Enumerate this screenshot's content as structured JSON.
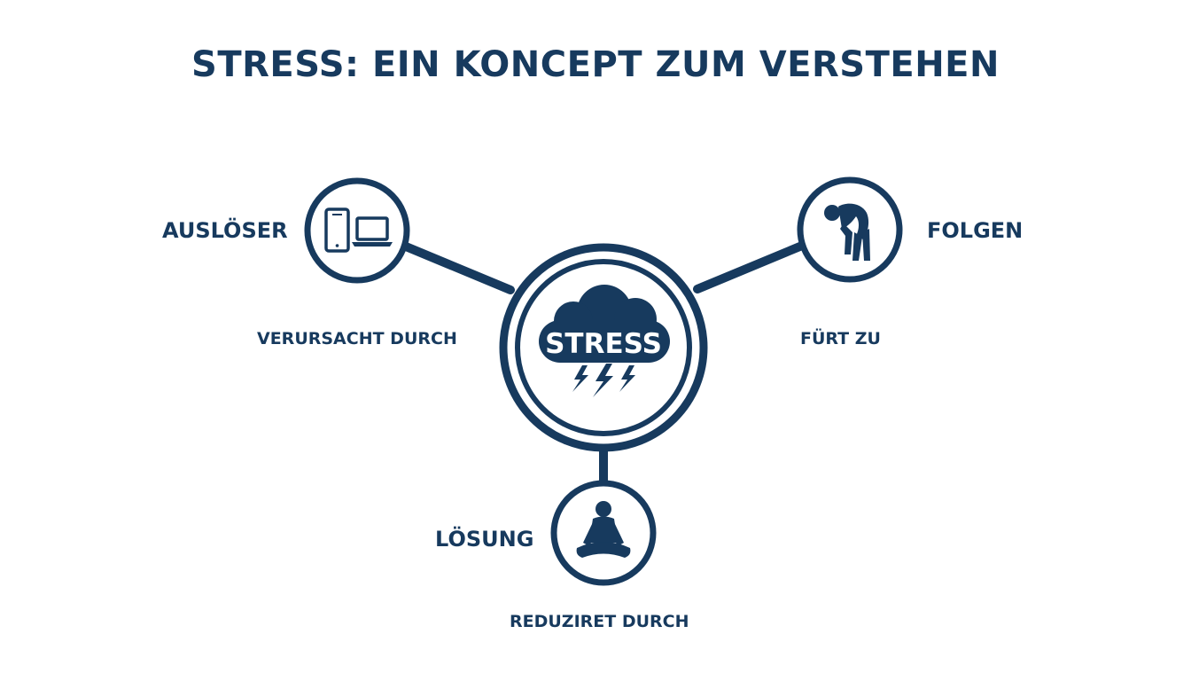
{
  "title": "STRESS: EIN KONCEPT ZUM VERSTEHEN",
  "center": {
    "label": "STRESS",
    "icon": "storm-cloud-icon"
  },
  "nodes": {
    "trigger": {
      "label": "AUSLÖSER",
      "icon": "devices-icon"
    },
    "consequence": {
      "label": "FOLGEN",
      "icon": "exhausted-person-icon"
    },
    "solution": {
      "label": "LÖSUNG",
      "icon": "meditation-icon"
    }
  },
  "edges": {
    "trigger": "VERURSACHT DURCH",
    "consequence": "FÜRT ZU",
    "solution": "REDUZIRET DURCH"
  },
  "colors": {
    "primary": "#173a5e",
    "background": "#ffffff"
  }
}
